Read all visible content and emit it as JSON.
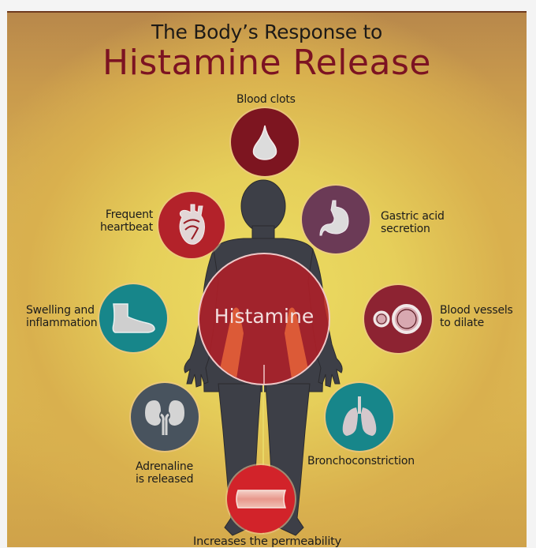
{
  "title": {
    "line1": "The Body’s Response to",
    "line2": "Histamine Release"
  },
  "center": {
    "label": "Histamine",
    "color": "#b21e28"
  },
  "effects": [
    {
      "id": "blood-clots",
      "label": "Blood clots",
      "icon": "blood-drop-icon",
      "color": "#7d1520"
    },
    {
      "id": "heartbeat",
      "label_lines": [
        "Frequent",
        "heartbeat"
      ],
      "icon": "heart-icon",
      "color": "#b3222a"
    },
    {
      "id": "gastric",
      "label_lines": [
        "Gastric acid",
        "secretion"
      ],
      "icon": "stomach-icon",
      "color": "#6b3a56"
    },
    {
      "id": "swelling",
      "label_lines": [
        "Swelling and",
        "inflammation"
      ],
      "icon": "foot-icon",
      "color": "#17868a"
    },
    {
      "id": "vessels",
      "label_lines": [
        "Blood vessels",
        "to dilate"
      ],
      "icon": "blood-vessel-icon",
      "color": "#8d2332"
    },
    {
      "id": "adrenaline",
      "label_lines": [
        "Adrenaline",
        "is released"
      ],
      "icon": "kidney-icon",
      "color": "#48535e"
    },
    {
      "id": "broncho",
      "label": "Bronchoconstriction",
      "icon": "lungs-icon",
      "color": "#17868a"
    },
    {
      "id": "permeability",
      "label": "Increases the permeability",
      "icon": "capillary-icon",
      "color": "#d2232a"
    }
  ]
}
